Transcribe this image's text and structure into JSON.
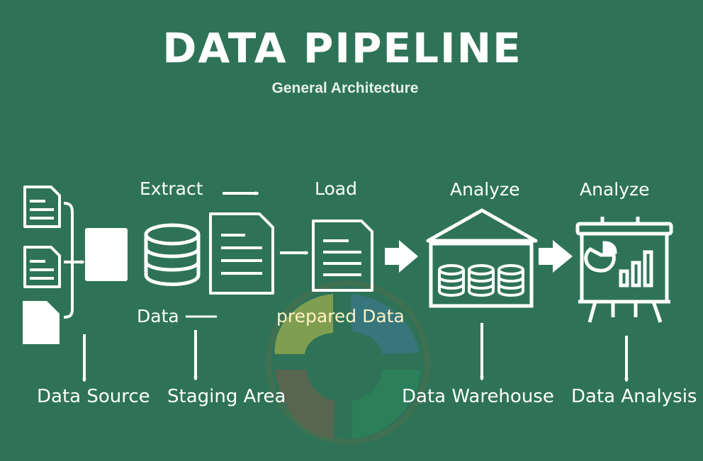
{
  "title": "DATA PIPELINE",
  "subtitle": "General Architecture",
  "stages": {
    "extract": "Extract",
    "load": "Load",
    "analyze_1": "Analyze",
    "analyze_2": "Analyze"
  },
  "inline_labels": {
    "data": "Data",
    "prepared_data": "prepared Data"
  },
  "captions": {
    "data_source": "Data Source",
    "staging_area": "Staging Area",
    "data_warehouse": "Data Warehouse",
    "data_analysis": "Data Analysis"
  },
  "colors": {
    "background": "#2e7358",
    "foreground": "#ffffff",
    "watermark_yellow": "#c3c24a",
    "watermark_blue": "#3f7a9a",
    "watermark_brown": "#7c5a48",
    "watermark_green": "#2a8a5a"
  },
  "icons": [
    "document-icon",
    "database-icon",
    "warehouse-icon",
    "analytics-board-icon",
    "arrow-right-icon",
    "arrow-down-icon"
  ]
}
